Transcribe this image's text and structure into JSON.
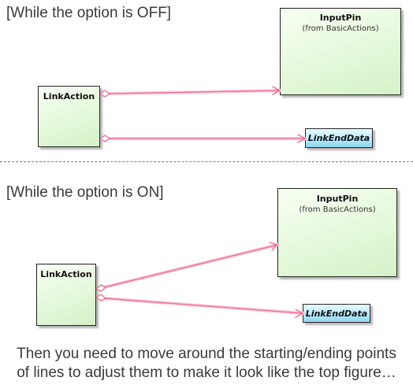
{
  "top": {
    "title": "[While the option is OFF]",
    "link_action": {
      "name": "LinkAction"
    },
    "input_pin": {
      "name": "InputPin",
      "stereotype": "(from BasicActions)"
    },
    "link_end_data": {
      "name": "LinkEndData"
    }
  },
  "bottom": {
    "title": "[While the option is ON]",
    "link_action": {
      "name": "LinkAction"
    },
    "input_pin": {
      "name": "InputPin",
      "stereotype": "(from BasicActions)"
    },
    "link_end_data": {
      "name": "LinkEndData"
    }
  },
  "caption": {
    "line1": "Then you need to move around the starting/ending points",
    "line2": "of lines to adjust them to make it look like the top figure…"
  },
  "colors": {
    "connector": "#f2678f",
    "class_fill": "#e6f9dc",
    "datatype_fill": "#b6e9fb",
    "border": "#222222"
  },
  "icons": {
    "aggregation": "open-diamond-icon",
    "navigability": "open-arrow-icon"
  }
}
